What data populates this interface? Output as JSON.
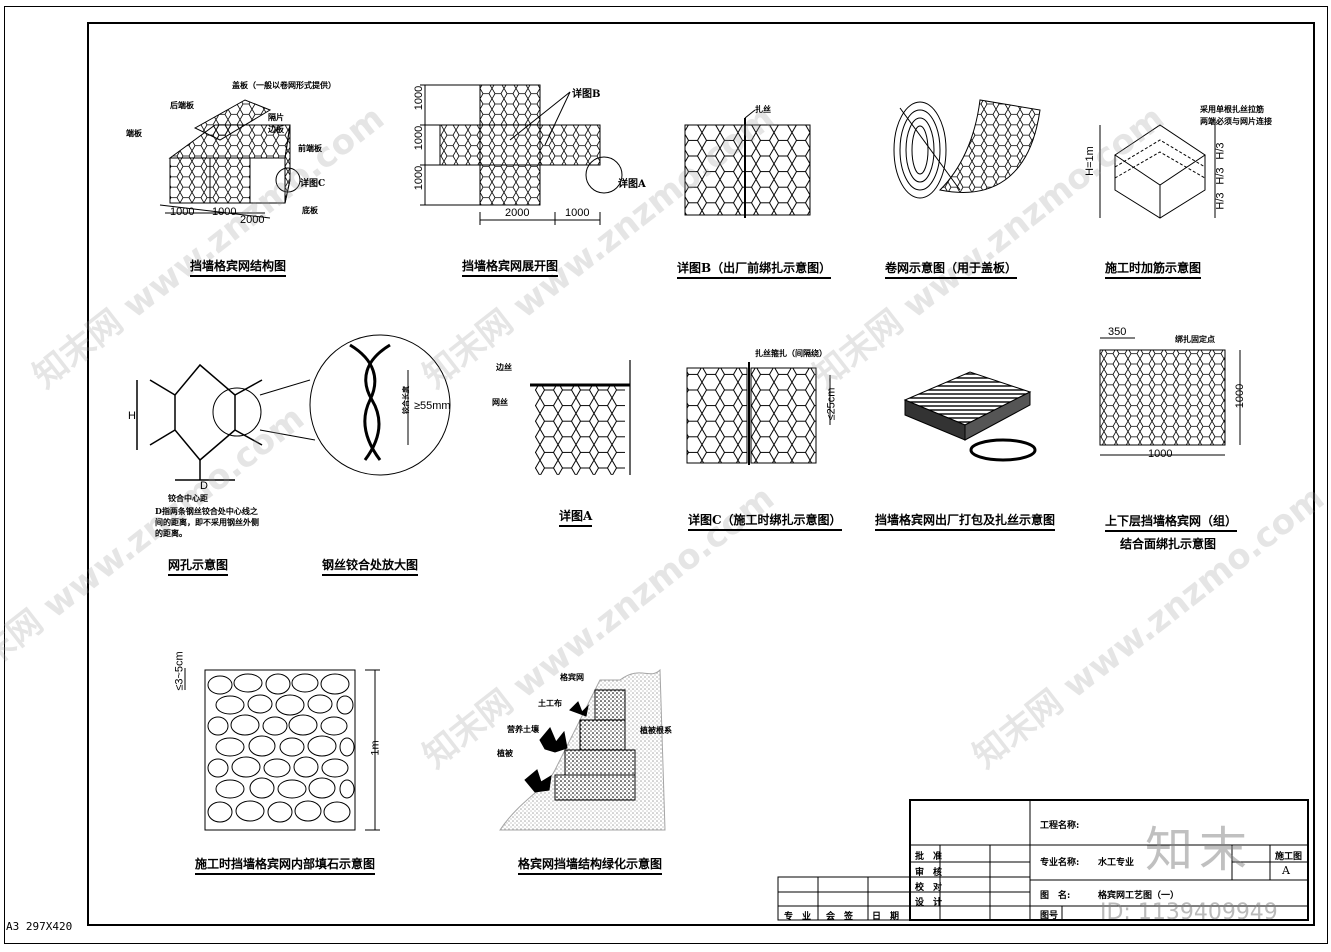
{
  "sheet": {
    "size_label": "A3 297X420"
  },
  "drawings": {
    "structure": {
      "caption": "挡墙格宾网结构图",
      "labels": {
        "lid": "盖板（一般以卷网形式提供）",
        "back": "后端板",
        "partition": "隔片",
        "edge": "边板",
        "front": "前端板",
        "detail": "详图C",
        "end": "端板",
        "bottom": "底板"
      },
      "dims": [
        "1000",
        "1000",
        "2000"
      ]
    },
    "unfold": {
      "caption": "挡墙格宾网展开图",
      "dims_v": [
        "1000",
        "1000",
        "1000"
      ],
      "dims_h": [
        "2000",
        "1000"
      ],
      "detail_b": "详图B",
      "detail_a": "详图A"
    },
    "detail_b": {
      "caption": "详图B（出厂前绑扎示意图）",
      "label": "扎丝"
    },
    "roll": {
      "caption": "卷网示意图（用于盖板）"
    },
    "reinforce": {
      "caption": "施工时加筋示意图",
      "note1": "采用单根扎丝拉筋",
      "note2": "两端必须与网片连接",
      "h_label": "H=1m",
      "h3": "H/3"
    },
    "mesh": {
      "caption": "网孔示意图",
      "h": "H",
      "d": "D",
      "note_title": "铰合中心距",
      "note_body": "D指两条钢丝铰合处中心线之间的距离，即不采用钢丝外侧的距离。"
    },
    "twist": {
      "caption": "钢丝铰合处放大图",
      "label": "铰合长度",
      "dim": "≥55mm"
    },
    "detail_a": {
      "caption": "详图A",
      "label1": "边丝",
      "label2": "网丝"
    },
    "detail_c": {
      "caption": "详图C（施工时绑扎示意图）",
      "label": "扎丝箍扎（间隔绕）",
      "dim": "≤25cm"
    },
    "pack": {
      "caption": "挡墙格宾网出厂打包及扎丝示意图"
    },
    "layers": {
      "caption1": "上下层挡墙格宾网（组）",
      "caption2": "结合面绑扎示意图",
      "dim_top": "350",
      "dim_side": "1000",
      "dim_bottom": "1000",
      "label": "绑扎固定点"
    },
    "stone": {
      "caption": "施工时挡墙格宾网内部填石示意图",
      "dim_top": "≤3~5cm",
      "dim_side": "1m"
    },
    "green": {
      "caption": "格宾网挡墙结构绿化示意图",
      "labels": [
        "格宾网",
        "土工布",
        "营养土壤",
        "植被",
        "植被根系"
      ]
    }
  },
  "title_block": {
    "project_label": "工程名称:",
    "discipline_label": "专业名称:",
    "discipline_value": "水工专业",
    "drawing_label": "图　名:",
    "drawing_value": "格宾网工艺图（一）",
    "number_label": "图号",
    "stage_label": "施工图",
    "rev_value": "A",
    "sign_rows": [
      "批　准",
      "审　核",
      "校　对",
      "设　计"
    ],
    "sign_cols": [
      "专　业",
      "会　签",
      "日　期"
    ]
  },
  "watermarks": {
    "text": "知末网 www.znzmo.com",
    "logo": "知末",
    "id": "ID: 1139409949"
  }
}
